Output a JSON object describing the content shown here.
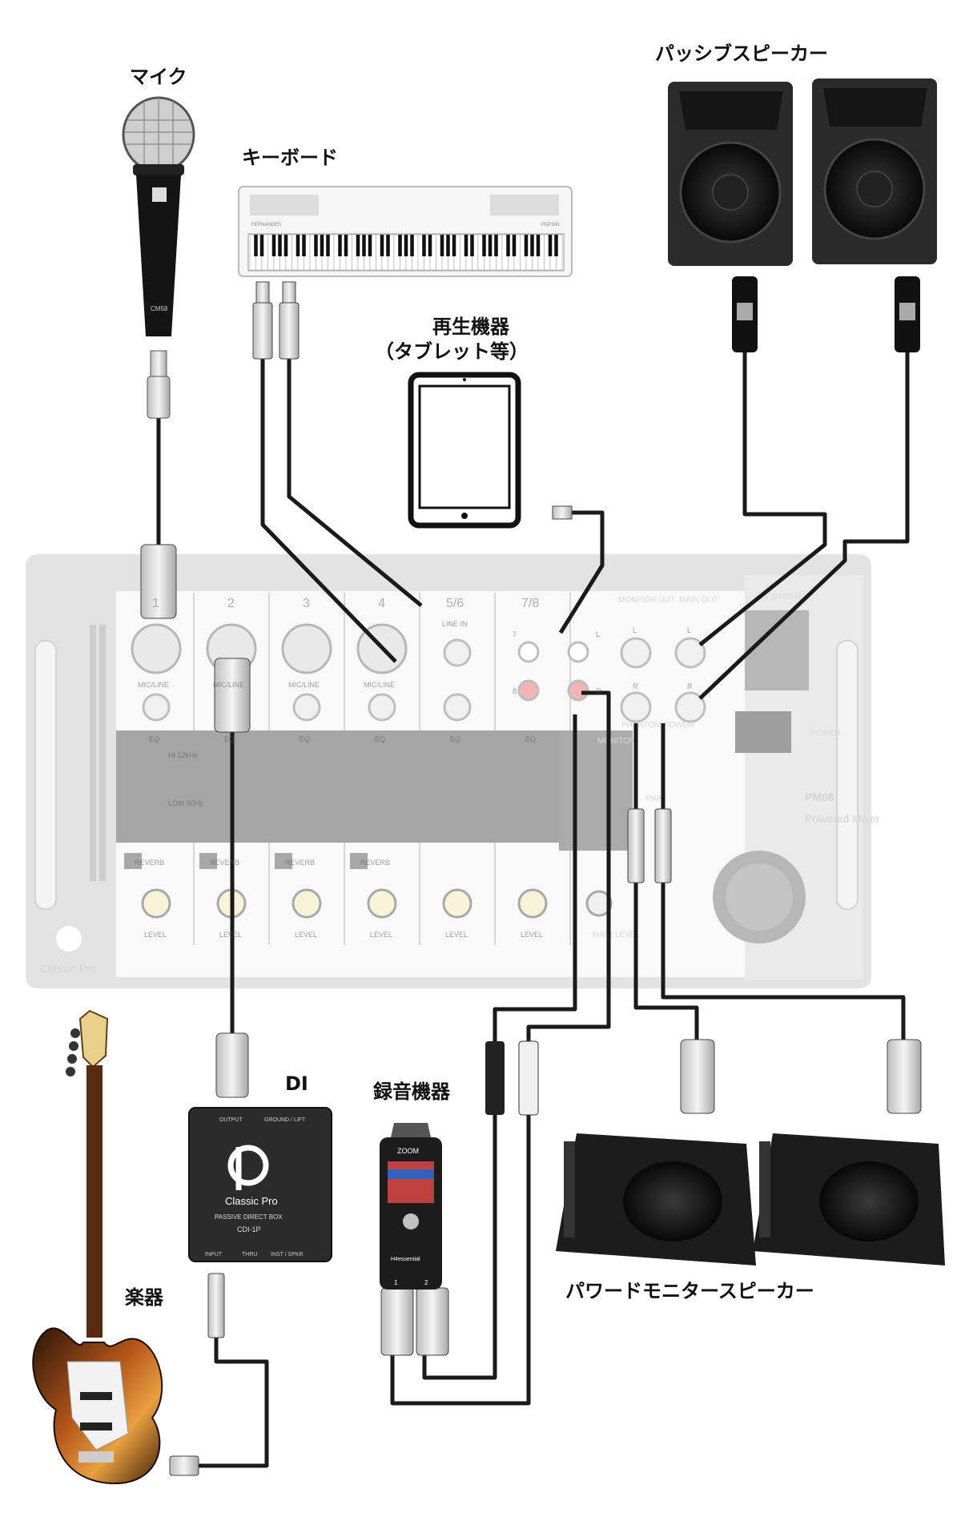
{
  "labels": {
    "mic": "マイク",
    "keyboard": "キーボード",
    "playback": "再生機器",
    "playback_note": "（タブレット等）",
    "passive_speakers": "パッシブスピーカー",
    "di": "DI",
    "recorder": "録音機器",
    "instrument": "楽器",
    "monitor_speakers": "パワードモニタースピーカー"
  },
  "mixer": {
    "model": "PM08",
    "subtitle": "Powered Mixer",
    "brand": "Classic Pro",
    "channels": [
      "1",
      "2",
      "3",
      "4",
      "5/6",
      "7/8"
    ],
    "mic_line": "MIC/LINE",
    "line_in": "LINE IN",
    "eq": "EQ",
    "hi": "HI 12kHz",
    "low": "LOW 80Hz",
    "reverb": "REVERB",
    "level": "LEVEL",
    "monitor_out": "MONITOR OUT",
    "main_out": "MAIN OUT",
    "phantom": "PHANTOM POWER",
    "monitor": "MONITOR",
    "main_level": "MAIN LEVEL",
    "power": "POWER",
    "pwr": "PWR",
    "voltage": "V 50/60Hz",
    "l": "L",
    "r": "R",
    "ch7": "7",
    "ch8": "8"
  },
  "di_box": {
    "brand": "Classic Pro",
    "type": "PASSIVE DIRECT BOX",
    "model": "CDI-1P",
    "output": "OUTPUT",
    "ground_lift": "GROUND / LIFT",
    "input": "INPUT",
    "thru": "THRU",
    "inst_spkr": "INST / SPKR"
  },
  "recorder_device": {
    "brand": "ZOOM",
    "model": "H4essential",
    "in1": "1",
    "in2": "2"
  },
  "microphone": {
    "model": "CM58"
  },
  "keyboard_device": {
    "brand": "FERNANDES",
    "model": "PDP300"
  },
  "colors": {
    "cable": "#1a1a1a",
    "knob": "#8fd0ee",
    "level_knob": "#f3e7a6",
    "mixer_body": "#ededed",
    "mixer_frame": "#d6d6d6"
  }
}
